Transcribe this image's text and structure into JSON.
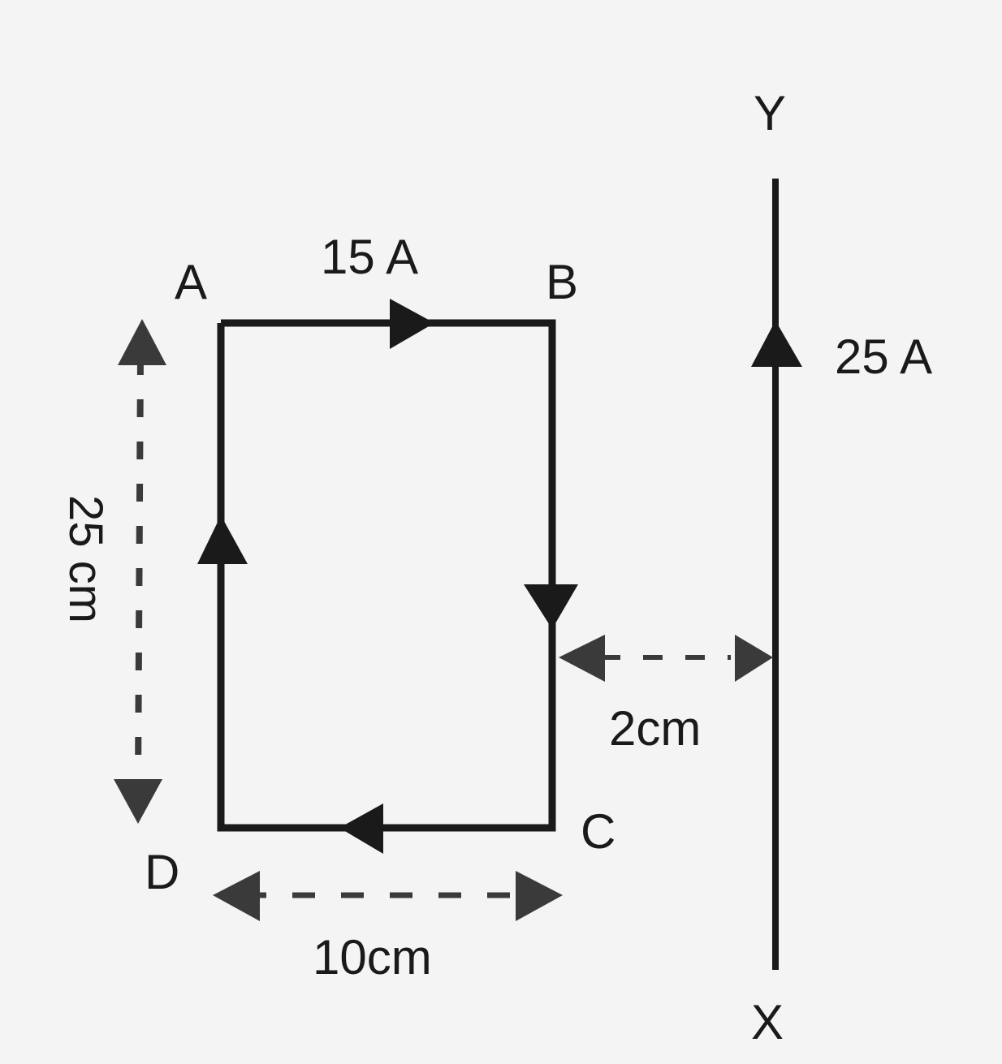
{
  "figure": {
    "loop": {
      "vertices": {
        "A": "A",
        "B": "B",
        "C": "C",
        "D": "D"
      },
      "current_label": "15 A",
      "height_label": "25 cm",
      "width_label": "10cm"
    },
    "wire": {
      "top_label": "Y",
      "bottom_label": "X",
      "current_label": "25 A"
    },
    "separation_label": "2cm"
  },
  "colors": {
    "line": "#1a1a1a",
    "dim_arrow": "#3a3a3a",
    "background": "#f4f4f4"
  }
}
